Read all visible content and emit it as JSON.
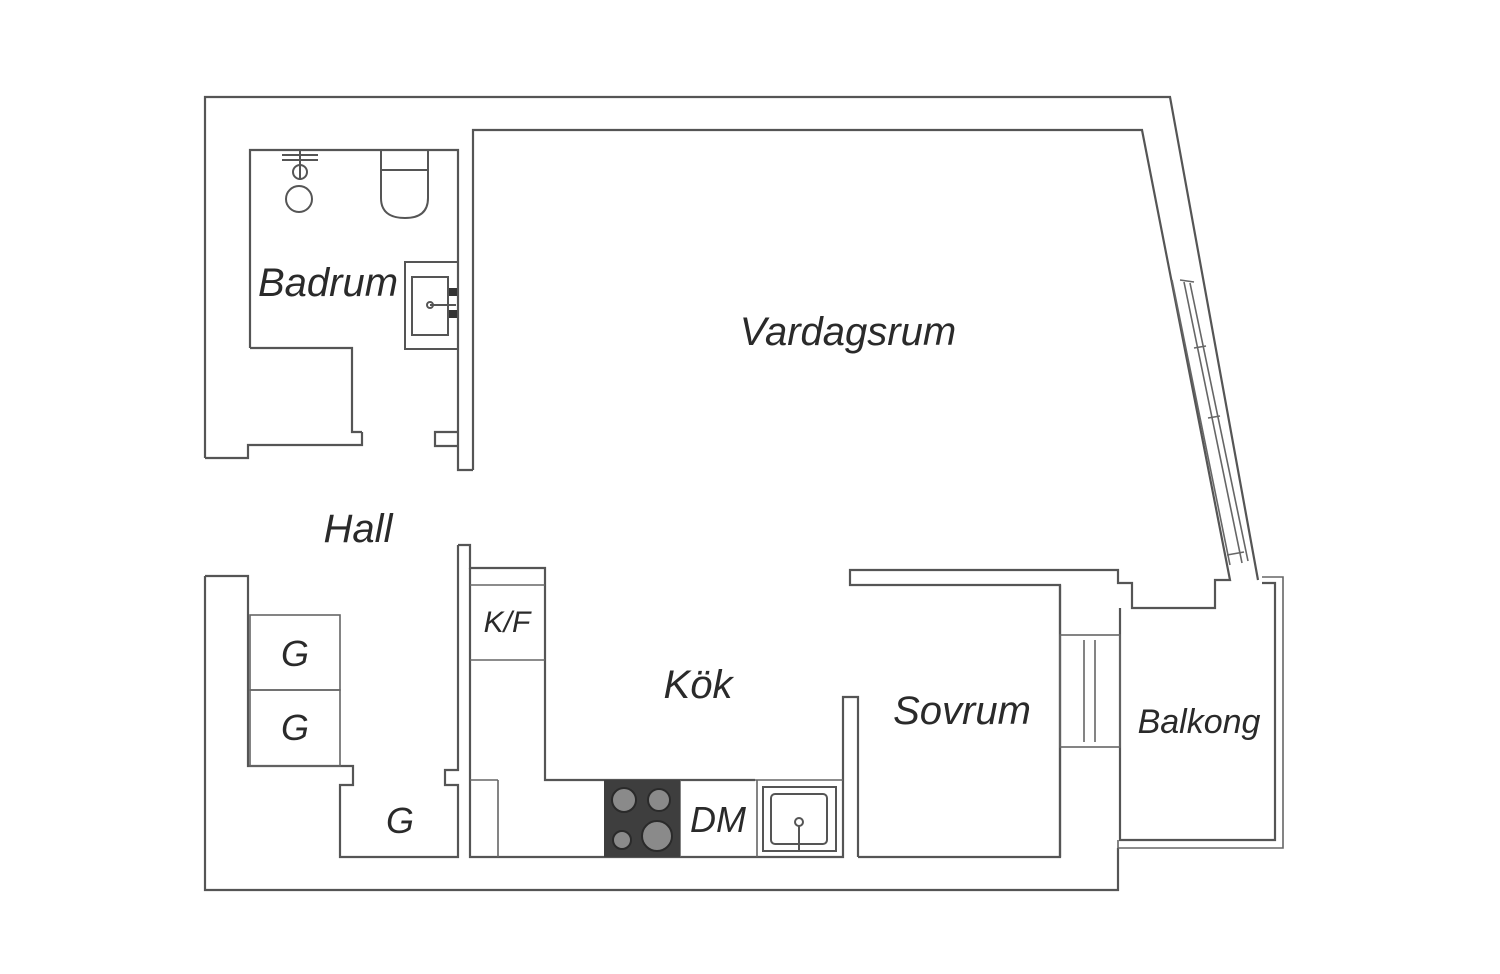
{
  "labels": {
    "vardagsrum": "Vardagsrum",
    "badrum": "Badrum",
    "hall": "Hall",
    "kok": "Kök",
    "sovrum": "Sovrum",
    "balkong": "Balkong",
    "kf": "K/F",
    "dm": "DM",
    "g1": "G",
    "g2": "G",
    "g3": "G"
  }
}
